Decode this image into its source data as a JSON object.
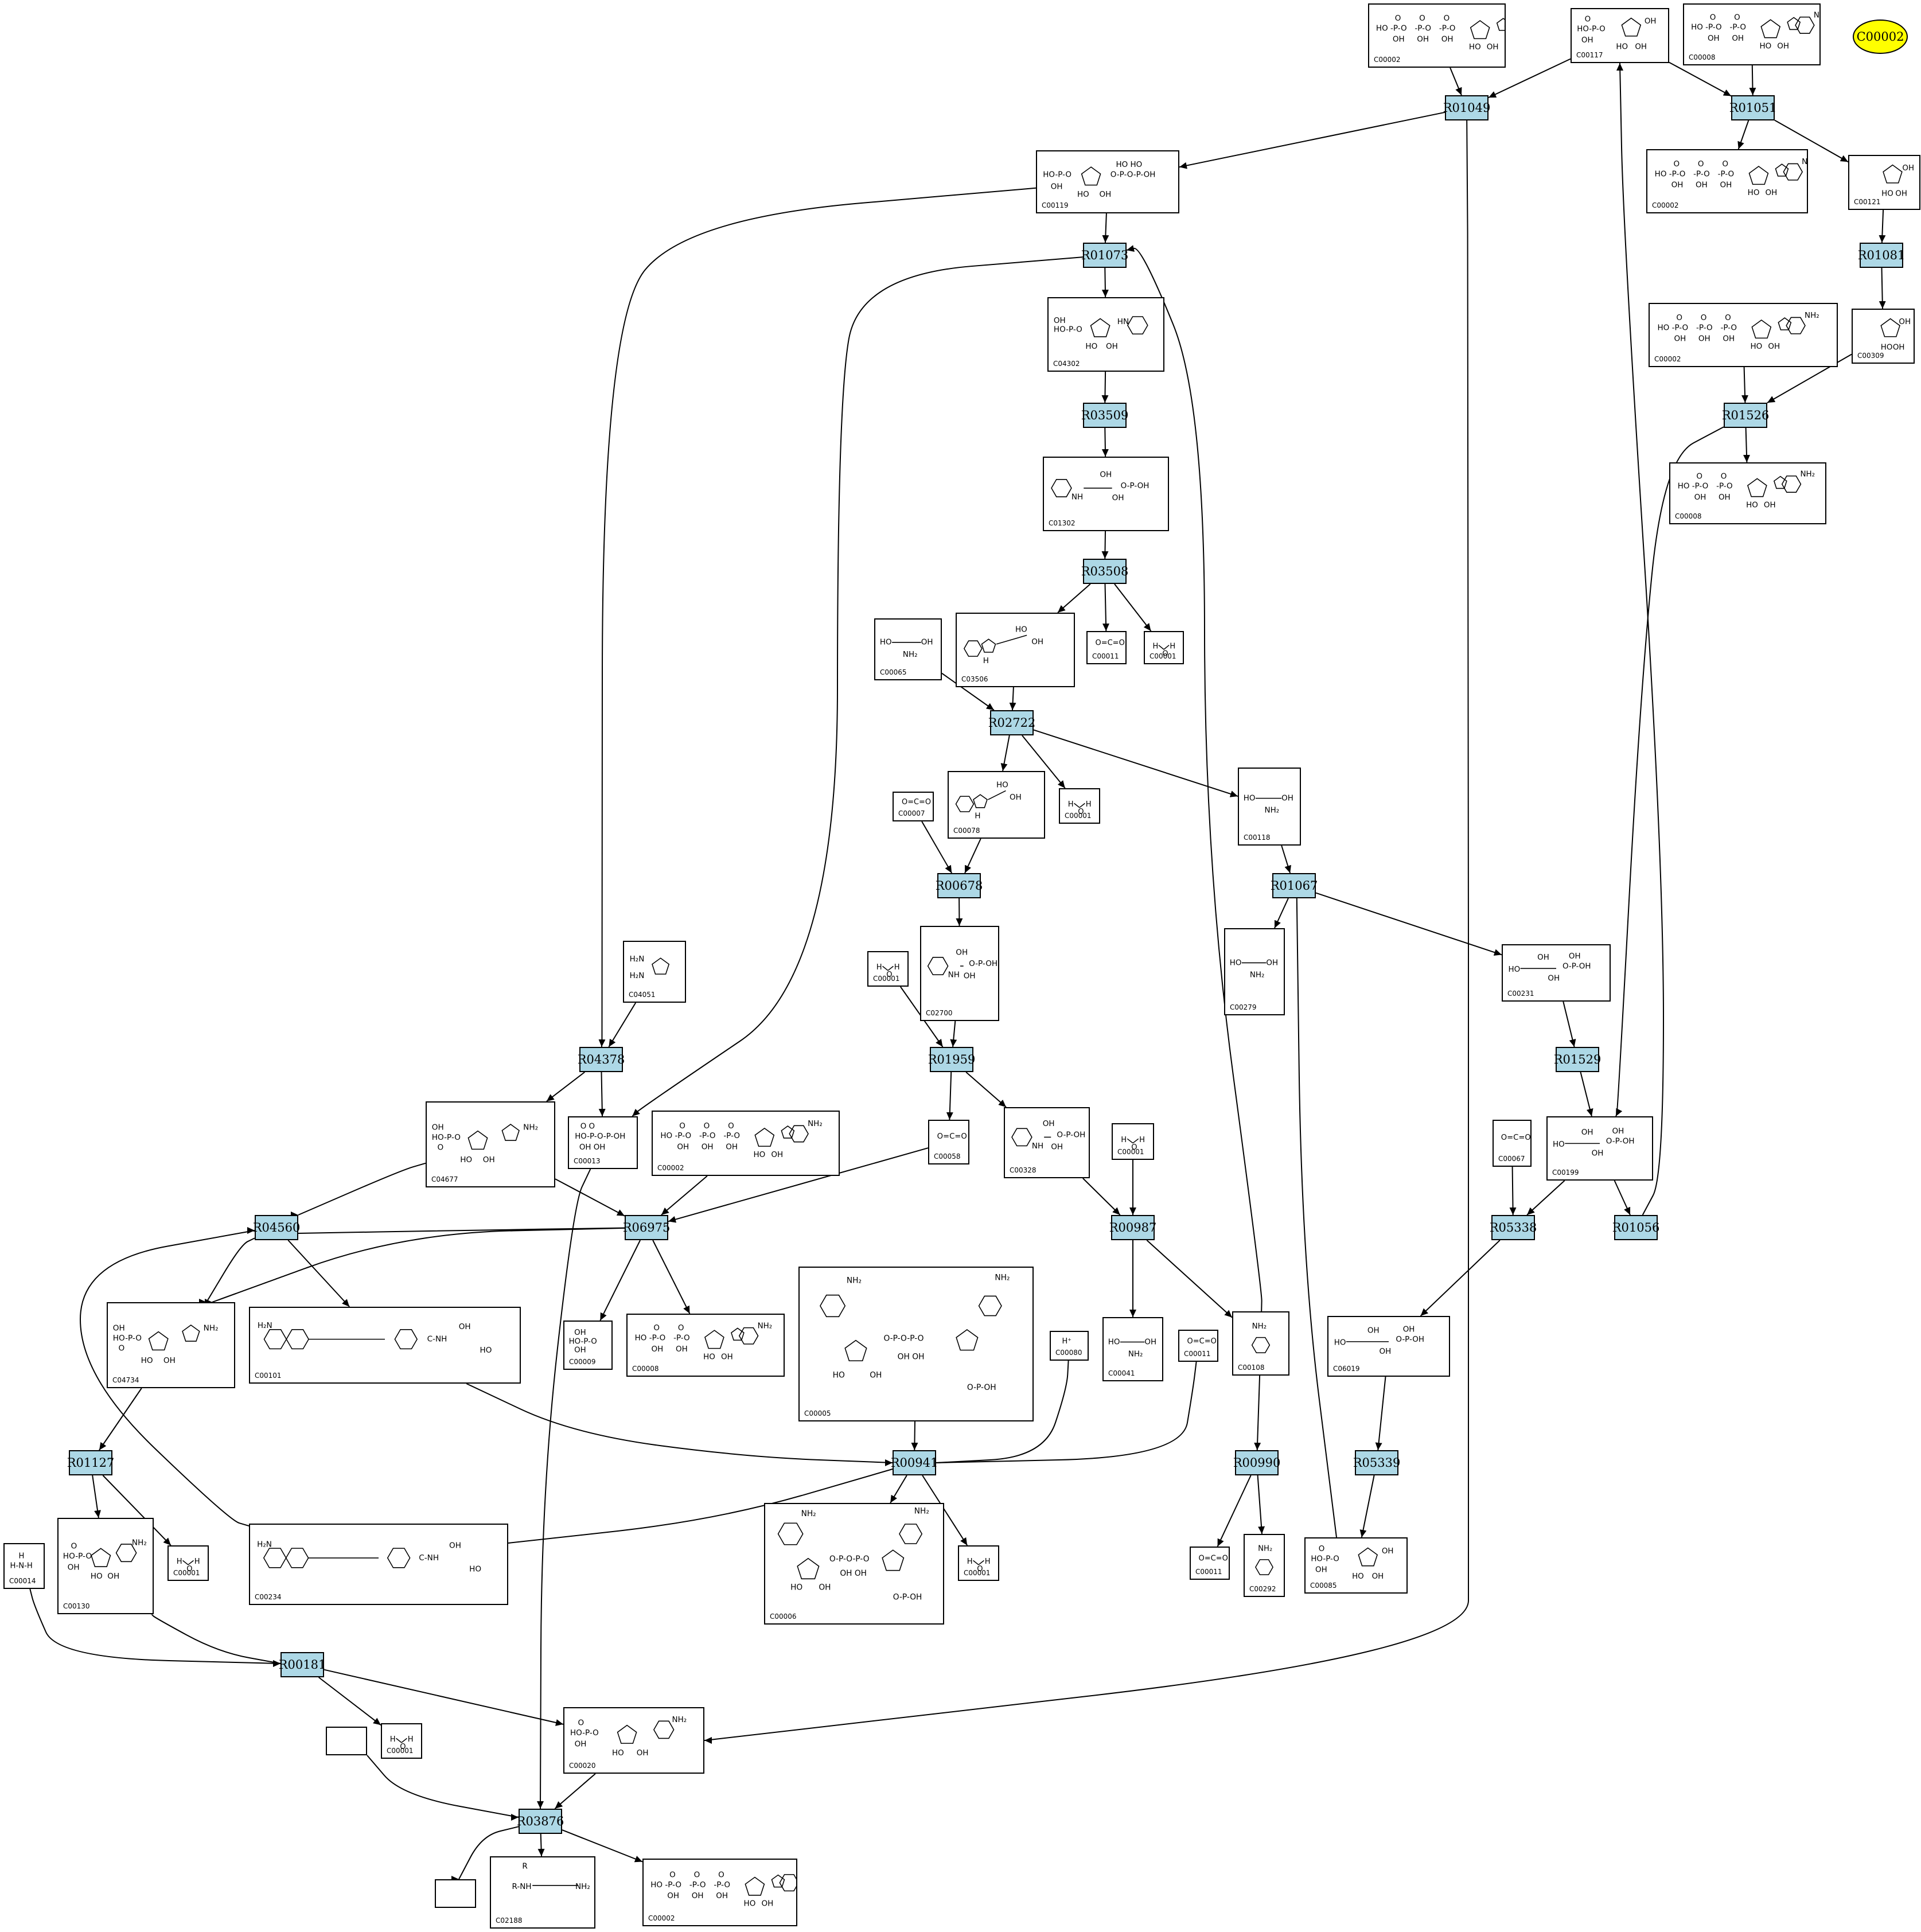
{
  "diagram": {
    "title_node": "C00002",
    "reactions": [
      {
        "id": "R01049",
        "label": "R01049"
      },
      {
        "id": "R01051",
        "label": "R01051"
      },
      {
        "id": "R01073",
        "label": "R01073"
      },
      {
        "id": "R01081",
        "label": "R01081"
      },
      {
        "id": "R01526",
        "label": "R01526"
      },
      {
        "id": "R03509",
        "label": "R03509"
      },
      {
        "id": "R03508",
        "label": "R03508"
      },
      {
        "id": "R02722",
        "label": "R02722"
      },
      {
        "id": "R00678",
        "label": "R00678"
      },
      {
        "id": "R01067",
        "label": "R01067"
      },
      {
        "id": "R01959",
        "label": "R01959"
      },
      {
        "id": "R04378",
        "label": "R04378"
      },
      {
        "id": "R01529",
        "label": "R01529"
      },
      {
        "id": "R04560",
        "label": "R04560"
      },
      {
        "id": "R06975",
        "label": "R06975"
      },
      {
        "id": "R00987",
        "label": "R00987"
      },
      {
        "id": "R05338",
        "label": "R05338"
      },
      {
        "id": "R01056",
        "label": "R01056"
      },
      {
        "id": "R01127",
        "label": "R01127"
      },
      {
        "id": "R00941",
        "label": "R00941"
      },
      {
        "id": "R00990",
        "label": "R00990"
      },
      {
        "id": "R05339",
        "label": "R05339"
      },
      {
        "id": "R00181",
        "label": "R00181"
      },
      {
        "id": "R03876",
        "label": "R03876"
      }
    ],
    "compounds": [
      {
        "id": "c_top_atp",
        "label": "C00002",
        "mol": "triphosphate-nucleoside"
      },
      {
        "id": "c00117",
        "label": "C00117",
        "mol": "phosphosugar"
      },
      {
        "id": "c_top_adp",
        "label": "C00008",
        "mol": "diphosphate-nucleoside"
      },
      {
        "id": "c00119",
        "label": "C00119",
        "mol": "prpp"
      },
      {
        "id": "c_atp2",
        "label": "C00002",
        "mol": "triphosphate-nucleoside"
      },
      {
        "id": "c00121",
        "label": "C00121",
        "mol": "ribose"
      },
      {
        "id": "c04302",
        "label": "C04302",
        "mol": "phosphosugar-aryl"
      },
      {
        "id": "c_atp3",
        "label": "C00002",
        "mol": "triphosphate-nucleoside"
      },
      {
        "id": "c00309",
        "label": "C00309",
        "mol": "ribose"
      },
      {
        "id": "c_adp2",
        "label": "C00008",
        "mol": "diphosphate-nucleoside"
      },
      {
        "id": "c01302",
        "label": "C01302",
        "mol": "chain-aryl"
      },
      {
        "id": "c00065",
        "label": "C00065",
        "mol": "small-chain"
      },
      {
        "id": "c03506",
        "label": "C03506",
        "mol": "indole-chain"
      },
      {
        "id": "c00011a",
        "label": "C00011",
        "mol": "small"
      },
      {
        "id": "c00001a",
        "label": "C00001",
        "mol": "water"
      },
      {
        "id": "c00007",
        "label": "C00007",
        "mol": "small"
      },
      {
        "id": "c00078",
        "label": "C00078",
        "mol": "indole-chain"
      },
      {
        "id": "c00001b",
        "label": "C00001",
        "mol": "water"
      },
      {
        "id": "c00118",
        "label": "C00118",
        "mol": "small-chain"
      },
      {
        "id": "c02700",
        "label": "C02700",
        "mol": "chain-aryl"
      },
      {
        "id": "c00279",
        "label": "C00279",
        "mol": "small-chain"
      },
      {
        "id": "c04051",
        "label": "C04051",
        "mol": "ring-small"
      },
      {
        "id": "c00001c",
        "label": "C00001",
        "mol": "water"
      },
      {
        "id": "c00231",
        "label": "C00231",
        "mol": "chain-phosphate"
      },
      {
        "id": "c04677",
        "label": "C04677",
        "mol": "phosphosugar-ring"
      },
      {
        "id": "c00013",
        "label": "C00013",
        "mol": "diphosphate"
      },
      {
        "id": "c_atp4",
        "label": "C00002",
        "mol": "triphosphate-nucleoside"
      },
      {
        "id": "c00958",
        "label": "C00058",
        "mol": "small"
      },
      {
        "id": "c00328",
        "label": "C00328",
        "mol": "chain-aryl"
      },
      {
        "id": "c00001d",
        "label": "C00001",
        "mol": "water"
      },
      {
        "id": "c00067",
        "label": "C00067",
        "mol": "small"
      },
      {
        "id": "c00199",
        "label": "C00199",
        "mol": "chain-phosphate"
      },
      {
        "id": "c04734",
        "label": "C04734",
        "mol": "phosphosugar-ring"
      },
      {
        "id": "c00101",
        "label": "C00101",
        "mol": "folate"
      },
      {
        "id": "c00009",
        "label": "C00009",
        "mol": "phosphate"
      },
      {
        "id": "c_adp3",
        "label": "C00008",
        "mol": "diphosphate-nucleoside"
      },
      {
        "id": "c00005",
        "label": "C00005",
        "mol": "nadph"
      },
      {
        "id": "c00080",
        "label": "C00080",
        "mol": "proton"
      },
      {
        "id": "c00041",
        "label": "C00041",
        "mol": "small-chain"
      },
      {
        "id": "c00011b",
        "label": "C00011",
        "mol": "small"
      },
      {
        "id": "c00108",
        "label": "C00108",
        "mol": "aryl-small"
      },
      {
        "id": "c06019",
        "label": "C06019",
        "mol": "chain-phosphate"
      },
      {
        "id": "c00014",
        "label": "C00014",
        "mol": "ammonia"
      },
      {
        "id": "c00130",
        "label": "C00130",
        "mol": "nucleoside-mono"
      },
      {
        "id": "c00001e",
        "label": "C00001",
        "mol": "water"
      },
      {
        "id": "c00234",
        "label": "C00234",
        "mol": "folate"
      },
      {
        "id": "c00006",
        "label": "C00006",
        "mol": "nadph"
      },
      {
        "id": "c00001f",
        "label": "C00001",
        "mol": "water"
      },
      {
        "id": "c00011c",
        "label": "C00011",
        "mol": "small"
      },
      {
        "id": "c00292",
        "label": "C00292",
        "mol": "aryl-small"
      },
      {
        "id": "c00085",
        "label": "C00085",
        "mol": "phosphosugar"
      },
      {
        "id": "c00001g",
        "label": "C00001",
        "mol": "water"
      },
      {
        "id": "c00020",
        "label": "C00020",
        "mol": "nucleoside-mono"
      },
      {
        "id": "c_empty1",
        "label": "",
        "mol": "none"
      },
      {
        "id": "c_empty2",
        "label": "",
        "mol": "none"
      },
      {
        "id": "c02188",
        "label": "C02188",
        "mol": "peptide"
      },
      {
        "id": "c_atp5",
        "label": "C00002",
        "mol": "triphosphate-nucleoside"
      }
    ],
    "edges": [
      [
        "c_top_atp",
        "R01049"
      ],
      [
        "c00117",
        "R01049"
      ],
      [
        "R01049",
        "c00119"
      ],
      [
        "R01049",
        "c00020"
      ],
      [
        "c00117",
        "R01051"
      ],
      [
        "c_top_adp",
        "R01051"
      ],
      [
        "R01051",
        "c_atp2"
      ],
      [
        "R01051",
        "c00121"
      ],
      [
        "c00121",
        "R01081"
      ],
      [
        "R01081",
        "c00309"
      ],
      [
        "c_atp3",
        "R01526"
      ],
      [
        "c00309",
        "R01526"
      ],
      [
        "R01526",
        "c_adp2"
      ],
      [
        "R01526",
        "c00199"
      ],
      [
        "c00119",
        "R01073"
      ],
      [
        "R01073",
        "c04302"
      ],
      [
        "R01073",
        "c00013"
      ],
      [
        "c00108",
        "R01073"
      ],
      [
        "c04302",
        "R03509"
      ],
      [
        "R03509",
        "c01302"
      ],
      [
        "c01302",
        "R03508"
      ],
      [
        "R03508",
        "c03506"
      ],
      [
        "R03508",
        "c00011a"
      ],
      [
        "R03508",
        "c00001a"
      ],
      [
        "c00065",
        "R02722"
      ],
      [
        "c03506",
        "R02722"
      ],
      [
        "R02722",
        "c00078"
      ],
      [
        "R02722",
        "c00001b"
      ],
      [
        "R02722",
        "c00118"
      ],
      [
        "c00007",
        "R00678"
      ],
      [
        "c00078",
        "R00678"
      ],
      [
        "R00678",
        "c02700"
      ],
      [
        "c00118",
        "R01067"
      ],
      [
        "c00085",
        "R01067"
      ],
      [
        "R01067",
        "c00279"
      ],
      [
        "R01067",
        "c00231"
      ],
      [
        "c00001c",
        "R01959"
      ],
      [
        "c02700",
        "R01959"
      ],
      [
        "R01959",
        "c00958"
      ],
      [
        "R01959",
        "c00328"
      ],
      [
        "c00119",
        "R04378"
      ],
      [
        "c04051",
        "R04378"
      ],
      [
        "R04378",
        "c04677"
      ],
      [
        "R04378",
        "c00013"
      ],
      [
        "c00231",
        "R01529"
      ],
      [
        "R01529",
        "c00199"
      ],
      [
        "c04677",
        "R04560"
      ],
      [
        "R04560",
        "c04734"
      ],
      [
        "R04560",
        "c00101"
      ],
      [
        "c04677",
        "R06975"
      ],
      [
        "c_atp4",
        "R06975"
      ],
      [
        "c00958",
        "R06975"
      ],
      [
        "R06975",
        "c00009"
      ],
      [
        "R06975",
        "c_adp3"
      ],
      [
        "R06975",
        "R04560"
      ],
      [
        "R06975",
        "c04734"
      ],
      [
        "c00328",
        "R00987"
      ],
      [
        "c00001d",
        "R00987"
      ],
      [
        "R00987",
        "c00041"
      ],
      [
        "R00987",
        "c00108"
      ],
      [
        "c00067",
        "R05338"
      ],
      [
        "c00199",
        "R05338"
      ],
      [
        "R05338",
        "c06019"
      ],
      [
        "c00199",
        "R01056"
      ],
      [
        "R01056",
        "c00117"
      ],
      [
        "c04734",
        "R01127"
      ],
      [
        "R01127",
        "c00130"
      ],
      [
        "R01127",
        "c00001e"
      ],
      [
        "c00005",
        "R00941"
      ],
      [
        "c00101",
        "R00941"
      ],
      [
        "c00080",
        "R00941"
      ],
      [
        "c00011b",
        "R00941"
      ],
      [
        "R00941",
        "c00234"
      ],
      [
        "R00941",
        "c00006"
      ],
      [
        "R00941",
        "c00001f"
      ],
      [
        "c00108",
        "R00990"
      ],
      [
        "R00990",
        "c00011c"
      ],
      [
        "R00990",
        "c00292"
      ],
      [
        "c06019",
        "R05339"
      ],
      [
        "R05339",
        "c00085"
      ],
      [
        "c00234",
        "R04560"
      ],
      [
        "c00014",
        "R00181"
      ],
      [
        "c00130",
        "R00181"
      ],
      [
        "R00181",
        "c00020"
      ],
      [
        "R00181",
        "c00001g"
      ],
      [
        "c00020",
        "R03876"
      ],
      [
        "c_empty1",
        "R03876"
      ],
      [
        "c00013",
        "R03876"
      ],
      [
        "R03876",
        "c_empty2"
      ],
      [
        "R03876",
        "c02188"
      ],
      [
        "R03876",
        "c_atp5"
      ]
    ]
  }
}
